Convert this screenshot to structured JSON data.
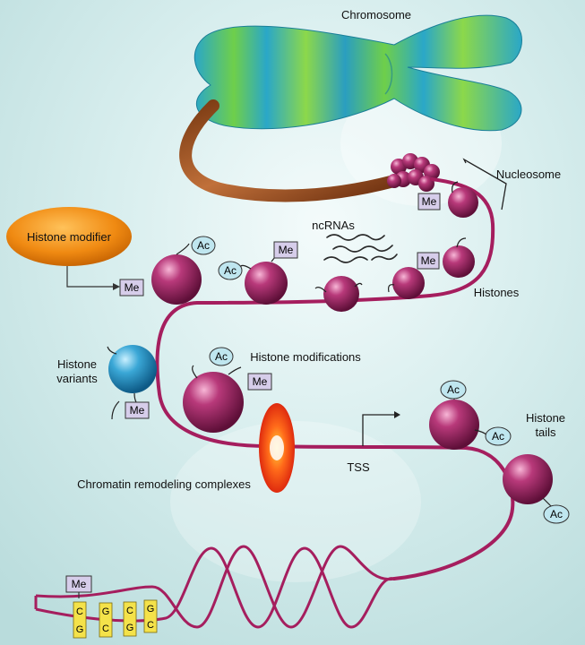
{
  "labels": {
    "chromosome": "Chromosome",
    "nucleosome": "Nucleosome",
    "histone_modifier": "Histone modifier",
    "ncrnas": "ncRNAs",
    "histones": "Histones",
    "histone_variants_1": "Histone",
    "histone_variants_2": "variants",
    "histone_modifications": "Histone modifications",
    "histone_tails_1": "Histone",
    "histone_tails_2": "tails",
    "tss": "TSS",
    "chromatin_remodeling": "Chromatin remodeling complexes"
  },
  "tags": {
    "me": "Me",
    "ac": "Ac"
  },
  "base_pairs": [
    {
      "top": "C",
      "bottom": "G"
    },
    {
      "top": "G",
      "bottom": "C"
    },
    {
      "top": "C",
      "bottom": "G"
    },
    {
      "top": "G",
      "bottom": "C"
    }
  ],
  "colors": {
    "background": "#dcefee",
    "dna_strand": "#a51e5e",
    "histone": "#8e1e5c",
    "variant_histone": "#2e9fcf",
    "histone_modifier": "#f08a12",
    "remodeling_complex": "#f03a12",
    "tag_me_fill": "#d6cdea",
    "tag_ac_fill": "#bfe6ef",
    "base_pair_fill": "#f4e24a"
  }
}
